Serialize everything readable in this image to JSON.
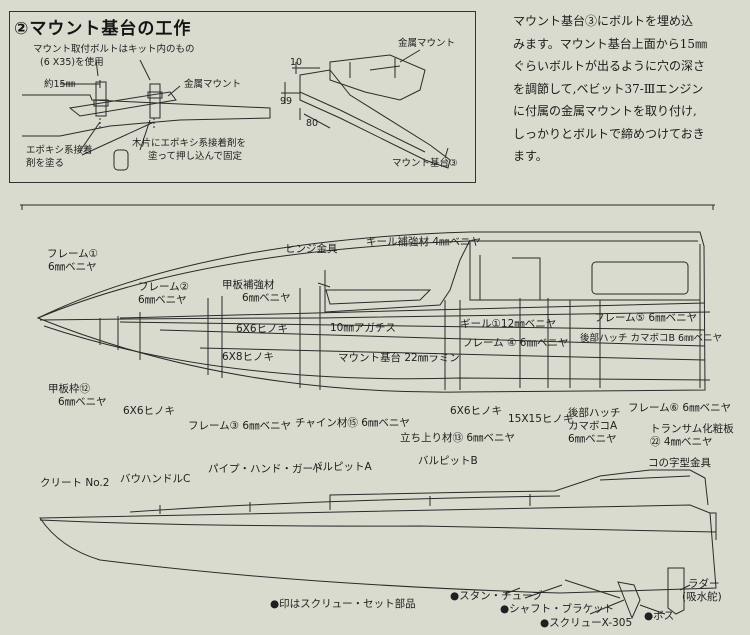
{
  "step": {
    "title": "②マウント基台の工作",
    "bolt_note": "マウント取付ボルトはキット内のもの",
    "bolt_size": "(6 X35)を使用",
    "approx": "約15㎜",
    "metal_mount_left": "金属マウント",
    "epoxy": "エポキシ系接着",
    "epoxy2": "剤を塗る",
    "wood": "木片にエポキシ系接着剤を",
    "wood2": "塗って押し込んで固定",
    "metal_mount_right": "金属マウント",
    "dim_10": "10",
    "dim_99": "99",
    "dim_80": "80",
    "mount_base": "マウント基台③"
  },
  "description": {
    "lines": [
      "マウント基台③にボルトを埋め込",
      "みます。マウント基台上面から15㎜",
      "ぐらいボルトが出るように穴の深さ",
      "を調節して,ベビット37-Ⅲエンジン",
      "に付属の金属マウントを取り付け,",
      "しっかりとボルトで締めつけておき",
      "ます。"
    ]
  },
  "hull_labels": {
    "frame1": "フレーム①",
    "frame1_mat": "6㎜ベニヤ",
    "frame2": "フレーム②",
    "frame2_mat": "6㎜ベニヤ",
    "deck_reinf": "甲板補強材",
    "deck_reinf_mat": "6㎜ベニヤ",
    "hinge": "ヒンジ金具",
    "keel_reinf": "キール補強材 4㎜ベニヤ",
    "h6x6_a": "6X6ヒノキ",
    "agathis": "10㎜アガチス",
    "keel1": "ギール①12㎜ベニヤ",
    "frame5": "フレーム⑤ 6㎜ベニヤ",
    "h6x8": "6X8ヒノキ",
    "mount_base3": "マウント基台 22㎜ラミン",
    "frame4": "フレーム ④ 6㎜ベニヤ",
    "rear_hatch_b": "後部ハッチ カマボコB 6㎜ベニヤ",
    "deck_frame": "甲板枠⑫",
    "deck_frame_mat": "6㎜ベニヤ",
    "h6x6_b": "6X6ヒノキ",
    "frame3": "フレーム③ 6㎜ベニヤ",
    "chine": "チャイン材⑮ 6㎜ベニヤ",
    "h6x6_c": "6X6ヒノキ",
    "h15x15": "15X15ヒノキ",
    "rear_hatch_a1": "後部ハッチ",
    "rear_hatch_a2": "カマボコA",
    "rear_hatch_a3": "6㎜ベニヤ",
    "frame6": "フレーム⑥ 6㎜ベニヤ",
    "upright": "立ち上り材⑬ 6㎜ベニヤ",
    "transom": "トランサム化粧板",
    "transom_mat": "㉒ 4㎜ベニヤ"
  },
  "side_labels": {
    "cleat": "クリート No.2",
    "bow_handle": "バウハンドルC",
    "pipe_hand_guard": "パイプ・ハンド・ガード",
    "bulpit_a": "バルピットA",
    "bulpit_b": "バルピットB",
    "ko_fitting": "コの字型金具",
    "stern_tube": "●スタン・チューブ",
    "shaft_bracket": "●シャフト・ブラケット",
    "screw": "●スクリューX-305",
    "boss": "●ボス",
    "rudder": "ラダー",
    "water_intake": "(吸水舵)",
    "legend": "●印はスクリュー・セット部品"
  }
}
